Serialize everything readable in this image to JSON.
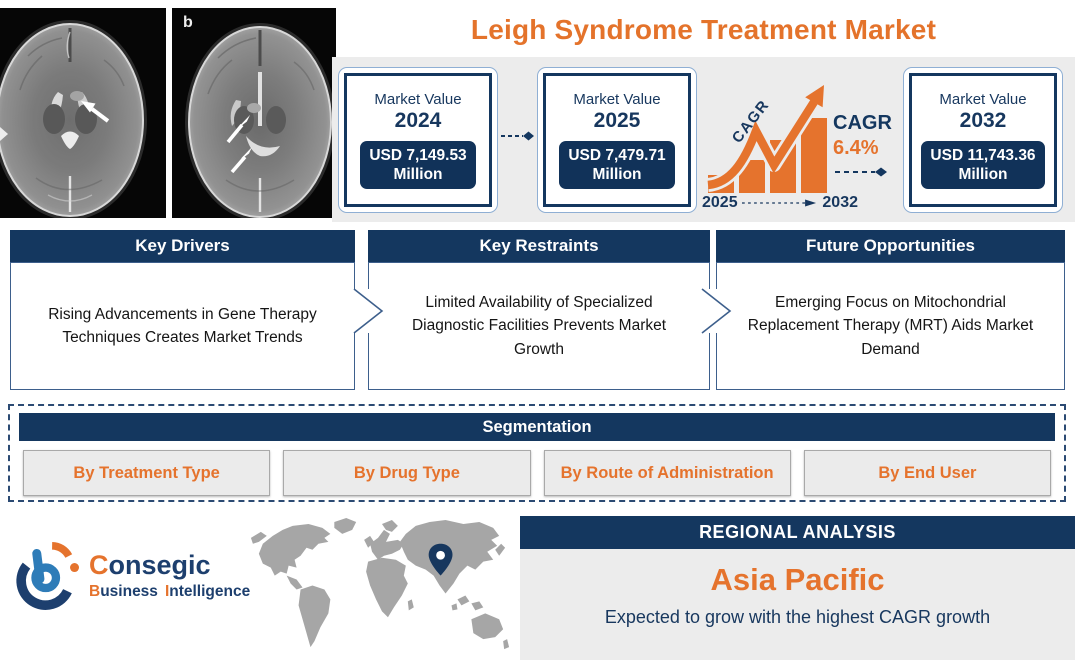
{
  "title": "Leigh Syndrome Treatment Market",
  "market_values": [
    {
      "label": "Market Value",
      "year": "2024",
      "value": "USD 7,149.53",
      "unit": "Million"
    },
    {
      "label": "Market Value",
      "year": "2025",
      "value": "USD 7,479.71",
      "unit": "Million"
    },
    {
      "label": "Market Value",
      "year": "2032",
      "value": "USD 11,743.36",
      "unit": "Million"
    }
  ],
  "cagr": {
    "arrow_label": "CAGR",
    "label": "CAGR",
    "value": "6.4%",
    "start_year": "2025",
    "end_year": "2032"
  },
  "insights": [
    {
      "header": "Key Drivers",
      "text": "Rising Advancements in Gene Therapy Techniques Creates Market Trends"
    },
    {
      "header": "Key Restraints",
      "text": "Limited Availability of Specialized Diagnostic Facilities Prevents Market Growth"
    },
    {
      "header": "Future Opportunities",
      "text": "Emerging Focus on Mitochondrial Replacement Therapy (MRT) Aids Market Demand"
    }
  ],
  "segmentation": {
    "header": "Segmentation",
    "items": [
      "By Treatment Type",
      "By Drug Type",
      "By Route of Administration",
      "By End User"
    ]
  },
  "regional": {
    "header": "REGIONAL ANALYSIS",
    "region": "Asia Pacific",
    "subtitle": "Expected to grow with the highest CAGR growth"
  },
  "logo": {
    "name_initial": "C",
    "name_rest": "onsegic",
    "word1_initial": "B",
    "word1_rest": "usiness",
    "word2_initial": "I",
    "word2_rest": "ntelligence"
  },
  "mri": {
    "panel_b_label": "b"
  },
  "colors": {
    "orange": "#E5732D",
    "navy": "#14375F",
    "panel_gray": "#ECECEC",
    "map_gray": "#A6A6A6",
    "pill_navy": "#113259"
  }
}
